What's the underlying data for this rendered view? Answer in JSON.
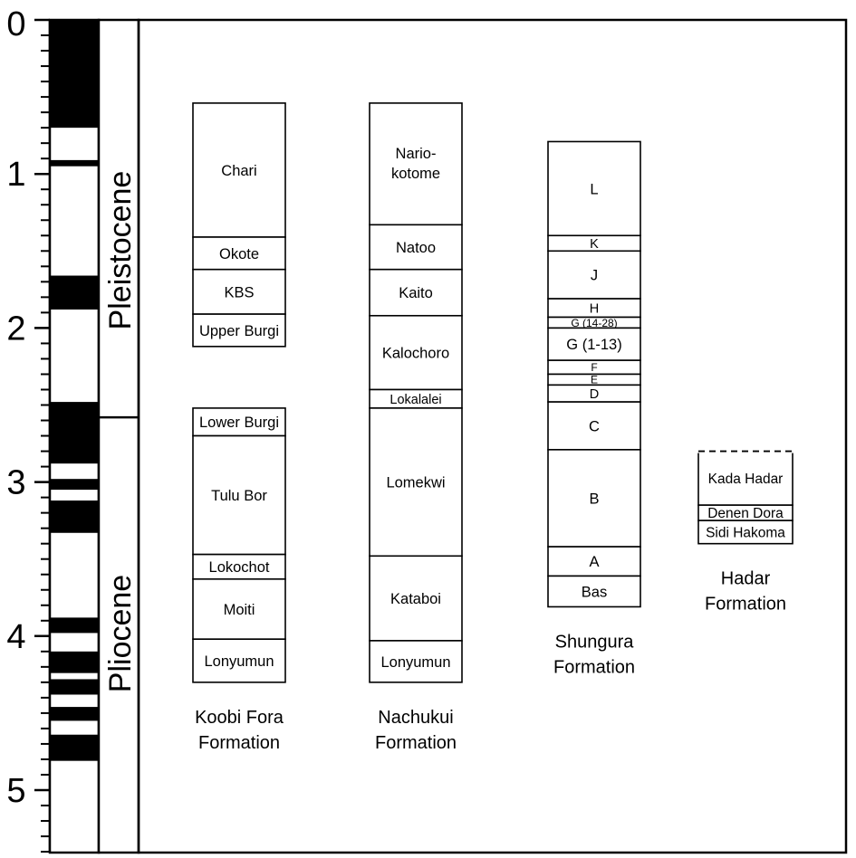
{
  "axis": {
    "ticks": [
      "0",
      "1",
      "2",
      "3",
      "4",
      "5"
    ],
    "tick_values": [
      0,
      1,
      2,
      3,
      4,
      5
    ],
    "range_ma": [
      0,
      5.4
    ]
  },
  "epochs": [
    {
      "label": "Pleistocene",
      "from": 0,
      "to": 2.58
    },
    {
      "label": "Pliocene",
      "from": 2.58,
      "to": 5.4
    }
  ],
  "polarity_black_ma": [
    [
      0,
      0.7
    ],
    [
      0.91,
      0.95
    ],
    [
      1.66,
      1.88
    ],
    [
      2.48,
      2.88
    ],
    [
      2.98,
      3.05
    ],
    [
      3.12,
      3.33
    ],
    [
      3.88,
      3.98
    ],
    [
      4.1,
      4.24
    ],
    [
      4.28,
      4.38
    ],
    [
      4.46,
      4.55
    ],
    [
      4.64,
      4.81
    ]
  ],
  "formations": [
    {
      "name_line1": "Koobi Fora",
      "name_line2": "Formation",
      "members": [
        {
          "label": "Chari",
          "top": 0.54,
          "bottom": 1.41
        },
        {
          "label": "Okote",
          "top": 1.41,
          "bottom": 1.62
        },
        {
          "label": "KBS",
          "top": 1.62,
          "bottom": 1.91
        },
        {
          "label": "Upper Burgi",
          "top": 1.91,
          "bottom": 2.12
        },
        {
          "label": "Lower Burgi",
          "top": 2.52,
          "bottom": 2.7
        },
        {
          "label": "Tulu Bor",
          "top": 2.7,
          "bottom": 3.47
        },
        {
          "label": "Lokochot",
          "top": 3.47,
          "bottom": 3.63
        },
        {
          "label": "Moiti",
          "top": 3.63,
          "bottom": 4.02
        },
        {
          "label": "Lonyumun",
          "top": 4.02,
          "bottom": 4.3
        }
      ]
    },
    {
      "name_line1": "Nachukui",
      "name_line2": "Formation",
      "members": [
        {
          "label": "Nario-",
          "label2": "kotome",
          "top": 0.54,
          "bottom": 1.33
        },
        {
          "label": "Natoo",
          "top": 1.33,
          "bottom": 1.62
        },
        {
          "label": "Kaito",
          "top": 1.62,
          "bottom": 1.92
        },
        {
          "label": "Kalochoro",
          "top": 1.92,
          "bottom": 2.4
        },
        {
          "label": "Lokalalei",
          "top": 2.4,
          "bottom": 2.52
        },
        {
          "label": "Lomekwi",
          "top": 2.52,
          "bottom": 3.48
        },
        {
          "label": "Kataboi",
          "top": 3.48,
          "bottom": 4.03
        },
        {
          "label": "Lonyumun",
          "top": 4.03,
          "bottom": 4.3
        }
      ]
    },
    {
      "name_line1": "Shungura",
      "name_line2": "Formation",
      "members": [
        {
          "label": "L",
          "top": 0.79,
          "bottom": 1.4
        },
        {
          "label": "K",
          "top": 1.4,
          "bottom": 1.5
        },
        {
          "label": "J",
          "top": 1.5,
          "bottom": 1.81
        },
        {
          "label": "H",
          "top": 1.81,
          "bottom": 1.93
        },
        {
          "label": "G (14-28)",
          "top": 1.93,
          "bottom": 2.0
        },
        {
          "label": "G (1-13)",
          "top": 2.0,
          "bottom": 2.21
        },
        {
          "label": "F",
          "top": 2.21,
          "bottom": 2.3
        },
        {
          "label": "E",
          "top": 2.3,
          "bottom": 2.37
        },
        {
          "label": "D",
          "top": 2.37,
          "bottom": 2.48
        },
        {
          "label": "C",
          "top": 2.48,
          "bottom": 2.79
        },
        {
          "label": "B",
          "top": 2.79,
          "bottom": 3.42
        },
        {
          "label": "A",
          "top": 3.42,
          "bottom": 3.61
        },
        {
          "label": "Bas",
          "top": 3.61,
          "bottom": 3.81
        }
      ]
    },
    {
      "name_line1": "Hadar",
      "name_line2": "Formation",
      "open_top": true,
      "members": [
        {
          "label": "Kada Hadar",
          "top": 2.8,
          "bottom": 3.15
        },
        {
          "label": "Denen Dora",
          "top": 3.15,
          "bottom": 3.25
        },
        {
          "label": "Sidi Hakoma",
          "top": 3.25,
          "bottom": 3.4
        }
      ]
    }
  ]
}
